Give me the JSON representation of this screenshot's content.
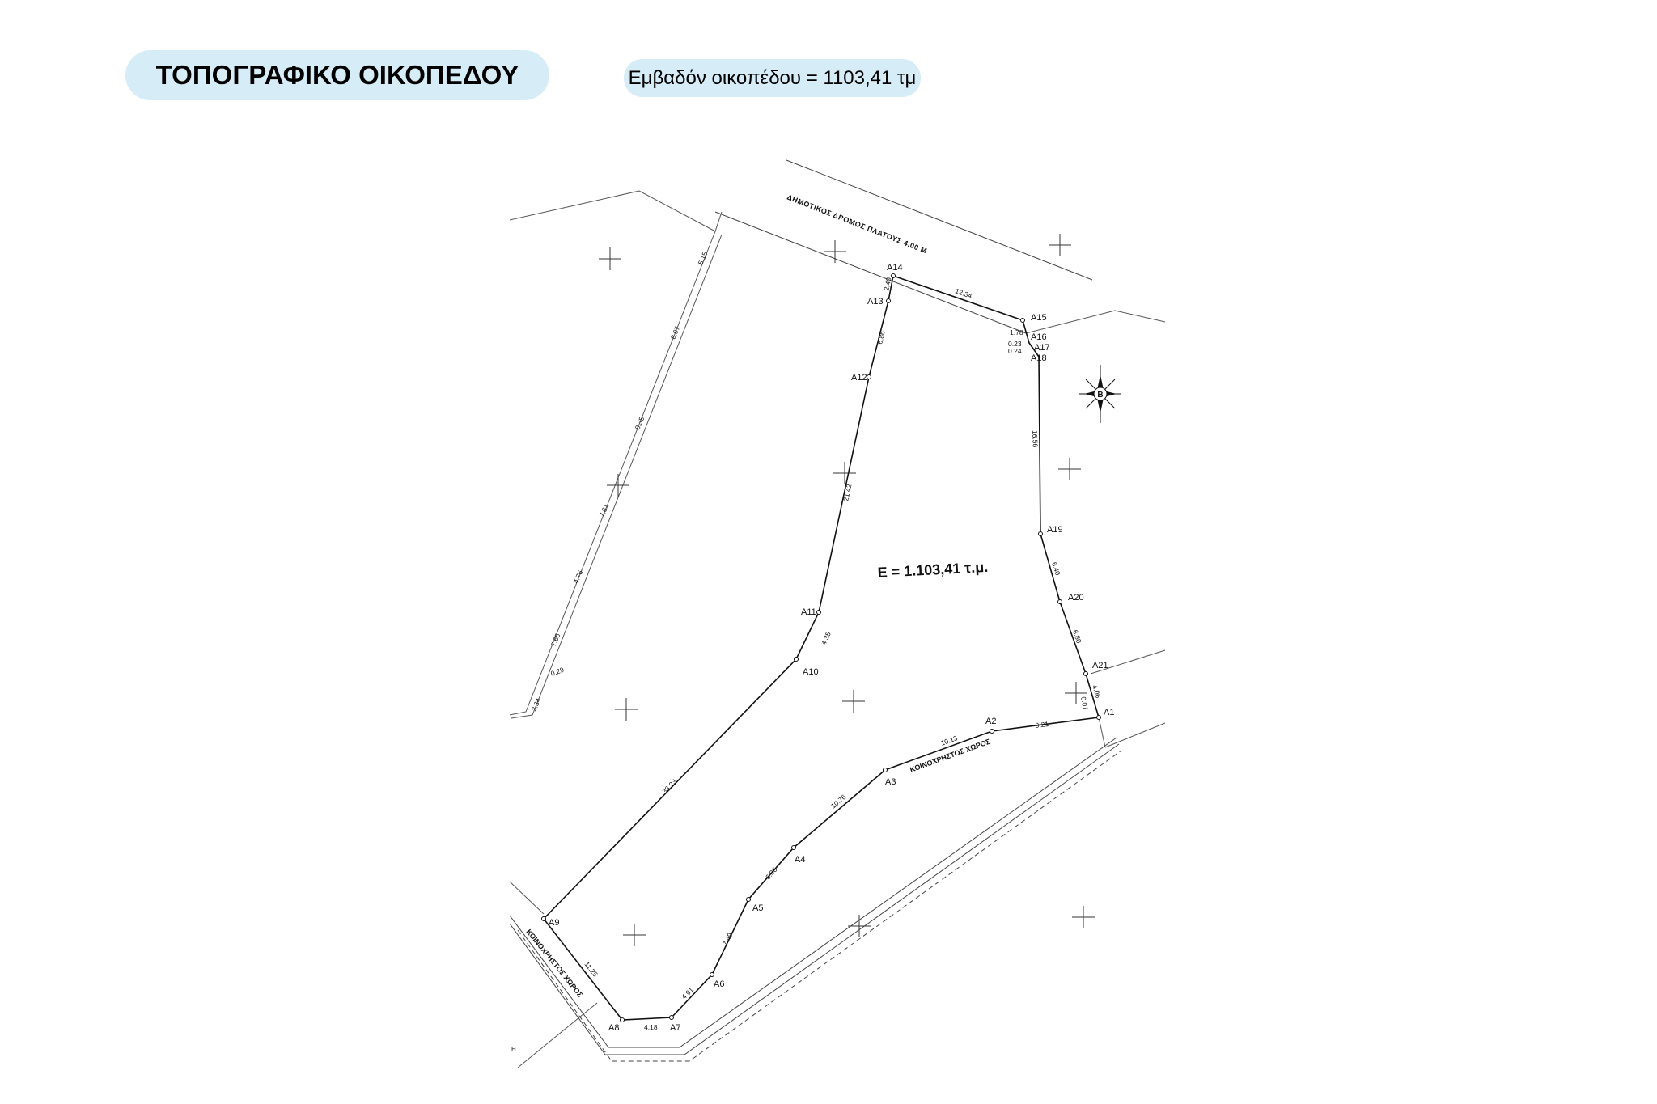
{
  "header": {
    "title": "ΤΟΠΟΓΡΑΦΙΚΟ ΟΙΚΟΠΕΔΟΥ",
    "area_badge": "Εμβαδόν οικοπέδου = 1103,41 τμ"
  },
  "plan": {
    "area_label": "E = 1.103,41 τ.μ.",
    "road_label": "ΔΗΜΟΤΙΚΟΣ ΔΡΟΜΟΣ ΠΛΑΤΟΥΣ 4.00 Μ",
    "common_space_label_east": "ΚΟΙΝΟΧΡΗΣΤΟΣ ΧΩΡΟΣ",
    "common_space_label_west": "ΚΟΙΝΟΧΡΗΣΤΟΣ ΧΩΡΟΣ",
    "north_letter": "Β",
    "corner_note": "Η",
    "points": [
      "A1",
      "A2",
      "A3",
      "A4",
      "A5",
      "A6",
      "A7",
      "A8",
      "A9",
      "A10",
      "A11",
      "A12",
      "A13",
      "A14",
      "A15",
      "A16",
      "A17",
      "A18",
      "A19",
      "A20",
      "A21"
    ],
    "plot_dims": {
      "a14_a15": "12.34",
      "a14_a13": "2.40",
      "a13_a12": "6.86",
      "a12_a11": "21.42",
      "a11_a10": "4.35",
      "a10_a9": "33.23",
      "a9_a8": "11.25",
      "a8_a7": "4.18",
      "a7_a6": "4.91",
      "a6_a5": "7.49",
      "a5_a4": "6.06",
      "a4_a3": "10.76",
      "a3_a2": "10.13",
      "a2_a1": "9.21",
      "a1_a21": "4.06",
      "a21_a20": "6.80",
      "a20_a19": "6.40",
      "a19_a18": "16.56",
      "a15_a16": "1.78",
      "a16_a17": "0.23",
      "a17_a18": "0.24",
      "a1_small": "0.07"
    },
    "neighbor_dims": [
      "5.15",
      "8.97",
      "8.35",
      "7.81",
      "4.76",
      "7.65",
      "0.29",
      "2.34"
    ]
  }
}
